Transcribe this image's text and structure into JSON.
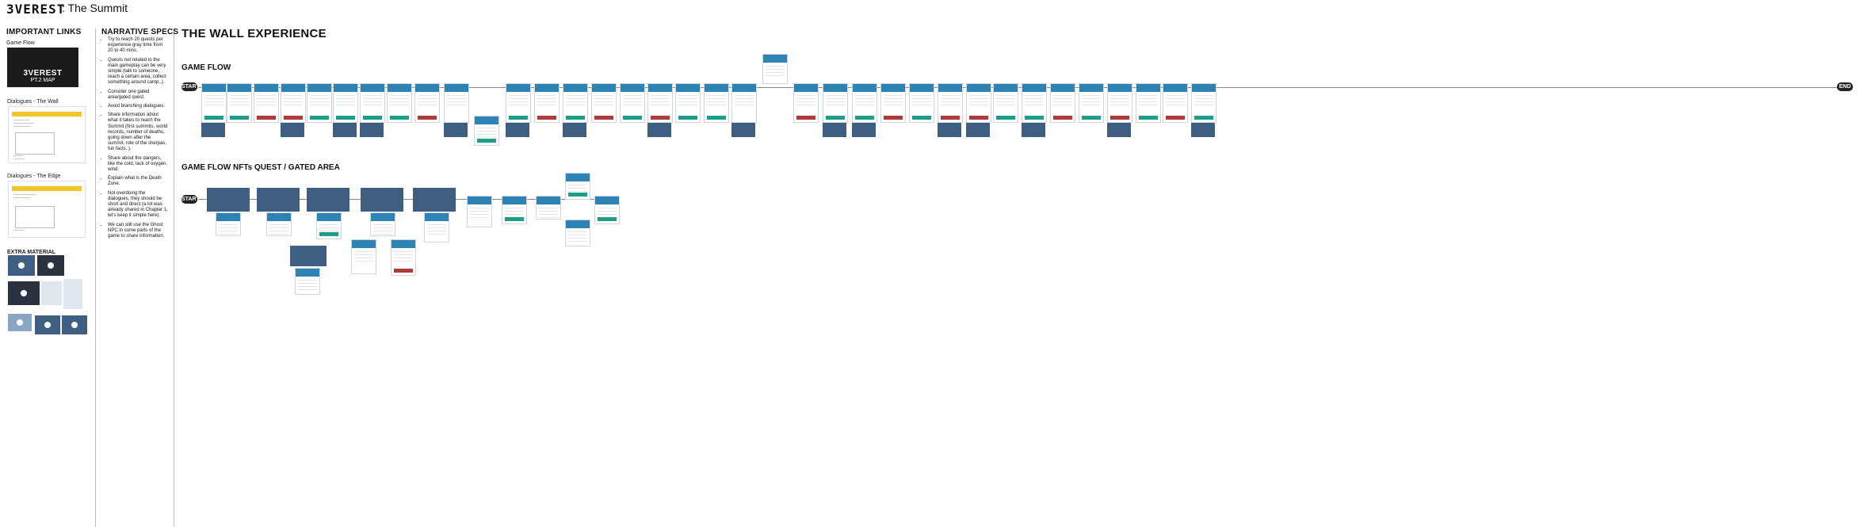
{
  "header": {
    "logo": "3VEREST",
    "title": ": The Summit"
  },
  "left_panel": {
    "heading": "IMPORTANT LINKS",
    "game_flow_label": "Game Flow",
    "map_card": {
      "line1": "3VEREST",
      "line2": "PT.2 MAP"
    },
    "dialogues_wall": "Dialogues - The Wall",
    "dialogues_edge": "Dialogues - The Edge",
    "extra_material": "EXTRA MATERIAL"
  },
  "narrative": {
    "heading": "NARRATIVE SPECS",
    "items": [
      "Try to reach 20 quests per experience gray time from 20 to 40 mins.",
      "Quests not related to the main gameplay can be very simple (talk to someone, reach a certain area, collect something around camp..).",
      "Consider one gated area/gated quest.",
      "Avoid branching dialogues.",
      "Share information about what it takes to reach the Summit (first summits, world records, number of deaths, going down after the summit, role of the sherpas, fun facts..).",
      "Share about the dangers, like the cold, lack of oxygen, wind.",
      "Explain what is the Death Zone.",
      "Not overdoing the dialogues, they should be short and direct (a lot was already shared in Chapter 1, let's keep it simple here).",
      "We can still use the Ghost NPC in some parts of the game to share information."
    ]
  },
  "main": {
    "heading": "THE WALL EXPERIENCE",
    "game_flow": {
      "label": "GAME FLOW",
      "start": "START",
      "end": "END"
    },
    "gated_flow": {
      "label": "GAME FLOW NFTs QUEST / GATED AREA",
      "start": "START"
    }
  },
  "colors": {
    "node_header": "#2d84b4",
    "tag_green": "#1c9e8a",
    "tag_red": "#b03b3b",
    "doc_yellow": "#f2c52a"
  }
}
